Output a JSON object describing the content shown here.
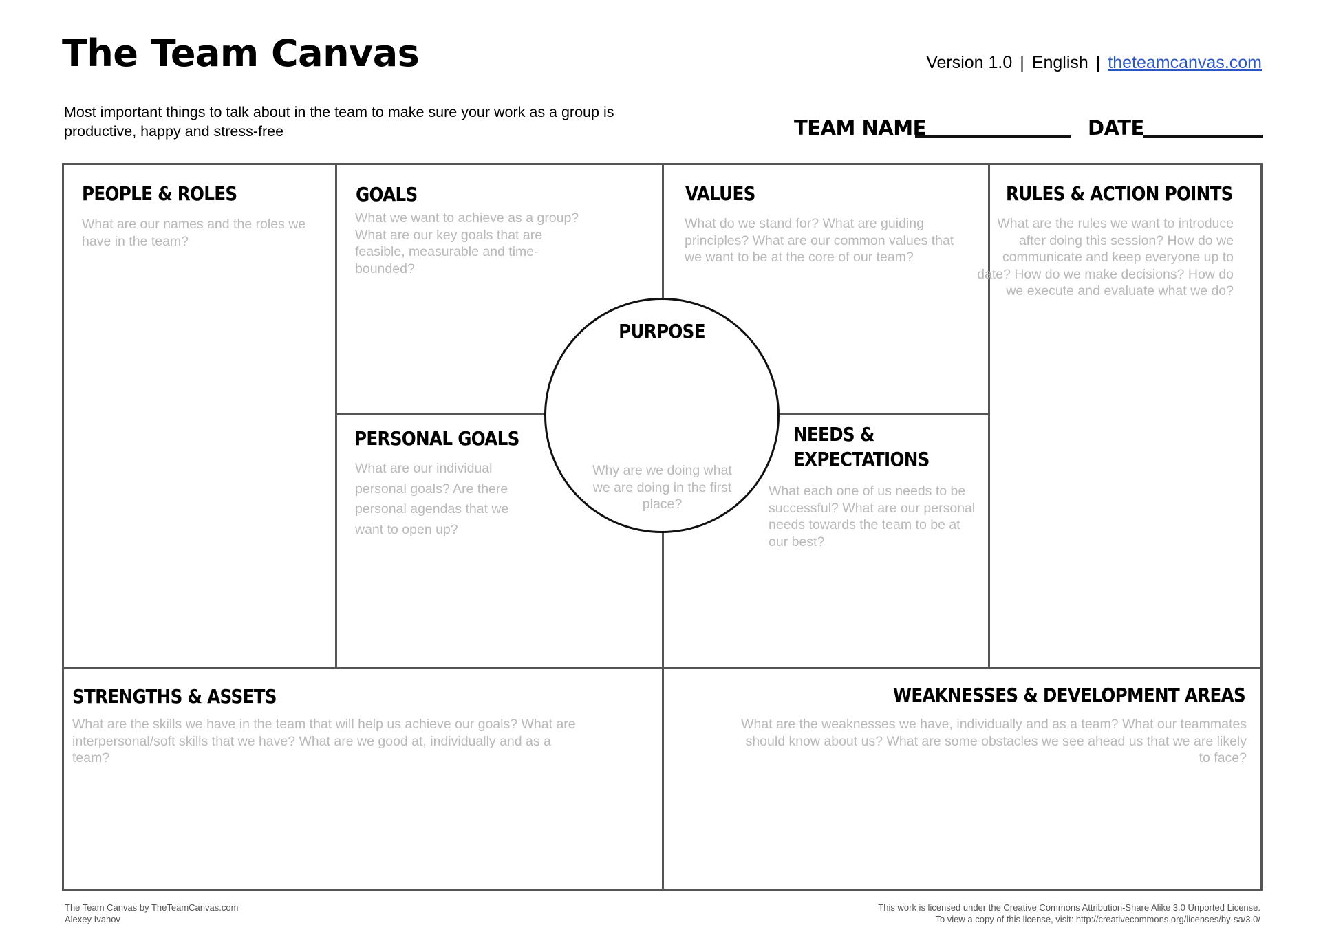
{
  "header": {
    "title": "The Team Canvas",
    "version": "Version 1.0",
    "language": "English",
    "separator": "|",
    "website": "theteamcanvas.com",
    "subtitle": "Most important things to talk about in the team to make sure your work as a group is productive, happy and stress-free",
    "team_name_label": "TEAM NAME",
    "date_label": "DATE"
  },
  "blocks": {
    "people_roles": {
      "title": "PEOPLE & ROLES",
      "hint": "What are our names and the roles we have in the team?"
    },
    "goals": {
      "title": "GOALS",
      "hint": "What we want to achieve as a group? What are our key goals that are feasible, measurable and time-bounded?"
    },
    "values": {
      "title": "VALUES",
      "hint": "What do we stand for? What are guiding principles? What are our common values that we want to be at the core of our team?"
    },
    "rules": {
      "title": "RULES & ACTION POINTS",
      "hint": "What are the rules we want to introduce after doing this session? How do we communicate and keep everyone up to date? How do we make decisions? How do we execute and evaluate what we do?"
    },
    "purpose": {
      "title": "PURPOSE",
      "hint": "Why are we doing what we are doing in the first place?"
    },
    "personal_goals": {
      "title": "PERSONAL GOALS",
      "hint": "What are our individual personal goals? Are there personal agendas that we want to open up?"
    },
    "needs": {
      "title_line1": "NEEDS &",
      "title_line2": "EXPECTATIONS",
      "hint": "What each one of us needs to be successful?  What are our personal needs towards the team to be at our best?"
    },
    "strengths": {
      "title": "STRENGTHS & ASSETS",
      "hint": "What are the skills we have in the team that will help us achieve our goals? What are interpersonal/soft skills that we have? What are we good at, individually and as a team?"
    },
    "weaknesses": {
      "title": "WEAKNESSES & DEVELOPMENT AREAS",
      "hint": "What are the weaknesses we have, individually and as a team? What our teammates should know about us? What are some obstacles we see ahead us that we are likely to face?"
    }
  },
  "footer": {
    "left_line1": "The Team Canvas by TheTeamCanvas.com",
    "left_line2": "Alexey Ivanov",
    "right_line1": "This work is licensed under the Creative Commons Attribution-Share Alike 3.0 Unported License.",
    "right_line2": "To view a copy of this license, visit: http://creativecommons.org/licenses/by-sa/3.0/"
  }
}
